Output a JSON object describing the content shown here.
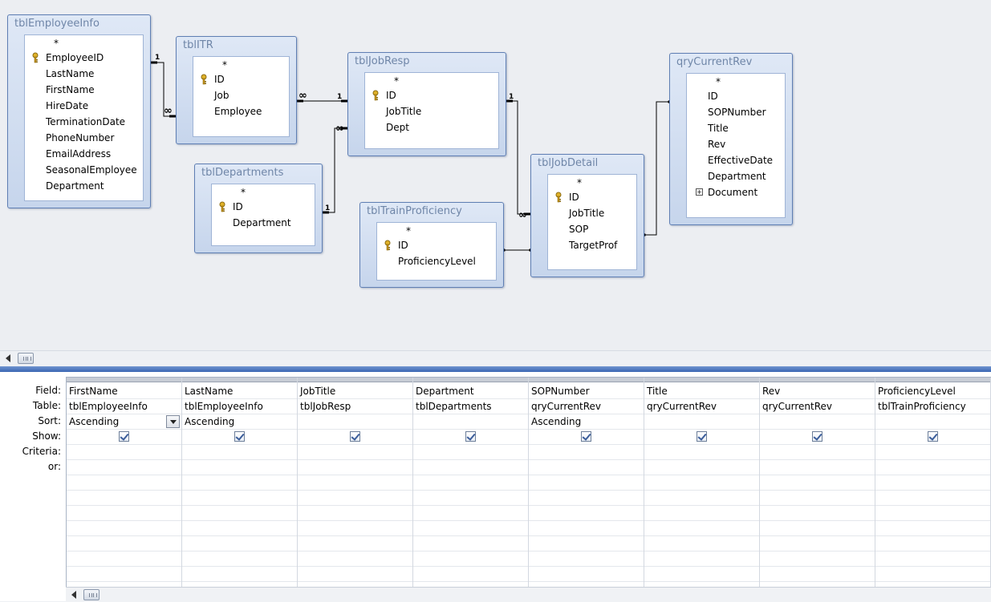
{
  "diagram": {
    "tables": [
      {
        "id": "tblEmployeeInfo",
        "title": "tblEmployeeInfo",
        "fields": [
          "*",
          "EmployeeID",
          "LastName",
          "FirstName",
          "HireDate",
          "TerminationDate",
          "PhoneNumber",
          "EmailAddress",
          "SeasonalEmployee",
          "Department"
        ],
        "key_field": "EmployeeID"
      },
      {
        "id": "tblITR",
        "title": "tblITR",
        "fields": [
          "*",
          "ID",
          "Job",
          "Employee"
        ],
        "key_field": "ID"
      },
      {
        "id": "tblJobResp",
        "title": "tblJobResp",
        "fields": [
          "*",
          "ID",
          "JobTitle",
          "Dept"
        ],
        "key_field": "ID"
      },
      {
        "id": "qryCurrentRev",
        "title": "qryCurrentRev",
        "fields": [
          "*",
          "ID",
          "SOPNumber",
          "Title",
          "Rev",
          "EffectiveDate",
          "Department",
          "Document"
        ],
        "expandable_field": "Document"
      },
      {
        "id": "tblDepartments",
        "title": "tblDepartments",
        "fields": [
          "*",
          "ID",
          "Department"
        ],
        "key_field": "ID"
      },
      {
        "id": "tblTrainProficiency",
        "title": "tblTrainProficiency",
        "fields": [
          "*",
          "ID",
          "ProficiencyLevel"
        ],
        "key_field": "ID"
      },
      {
        "id": "tblJobDetail",
        "title": "tblJobDetail",
        "fields": [
          "*",
          "ID",
          "JobTitle",
          "SOP",
          "TargetProf"
        ],
        "key_field": "ID"
      }
    ],
    "relationship_labels": {
      "one": "1",
      "many": "∞"
    }
  },
  "grid": {
    "row_labels": {
      "field": "Field:",
      "table": "Table:",
      "sort": "Sort:",
      "show": "Show:",
      "criteria": "Criteria:",
      "or": "or:"
    },
    "columns": [
      {
        "field": "FirstName",
        "table": "tblEmployeeInfo",
        "sort": "Ascending",
        "show": true
      },
      {
        "field": "LastName",
        "table": "tblEmployeeInfo",
        "sort": "Ascending",
        "show": true
      },
      {
        "field": "JobTitle",
        "table": "tblJobResp",
        "sort": "",
        "show": true
      },
      {
        "field": "Department",
        "table": "tblDepartments",
        "sort": "",
        "show": true
      },
      {
        "field": "SOPNumber",
        "table": "qryCurrentRev",
        "sort": "Ascending",
        "show": true
      },
      {
        "field": "Title",
        "table": "qryCurrentRev",
        "sort": "",
        "show": true
      },
      {
        "field": "Rev",
        "table": "qryCurrentRev",
        "sort": "",
        "show": true
      },
      {
        "field": "ProficiencyLevel",
        "table": "tblTrainProficiency",
        "sort": "",
        "show": true
      }
    ]
  },
  "icons": {
    "key": "primary-key-icon",
    "expand": "plus-expand-icon",
    "dropdown": "dropdown-arrow-icon",
    "scroll_left": "scroll-left-arrow-icon"
  },
  "colors": {
    "window_border": "#6d8fc7",
    "splitter": "#3a66b3",
    "table_title": "#6f86a8"
  }
}
